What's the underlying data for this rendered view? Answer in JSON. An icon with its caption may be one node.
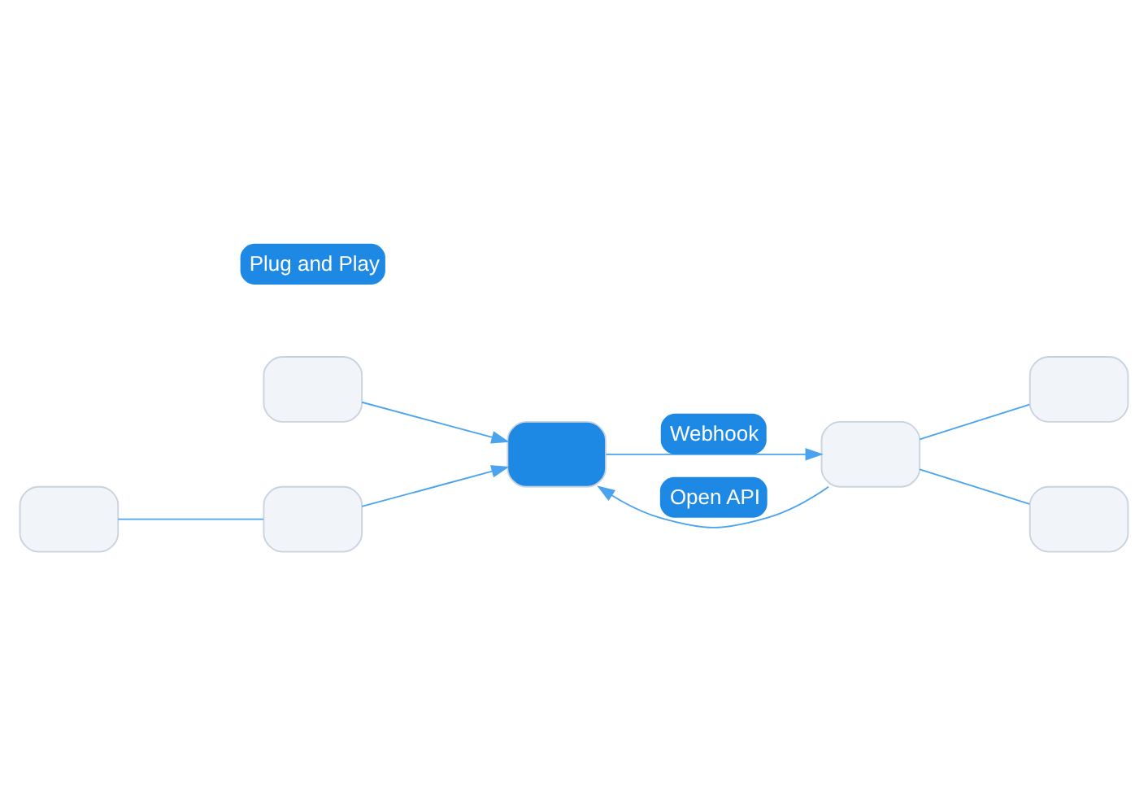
{
  "diagram": {
    "nodes": [
      {
        "text": [],
        "shape": "box"
      },
      {
        "text": [],
        "shape": "box"
      },
      {
        "text": [],
        "shape": "box"
      },
      {
        "text": [],
        "shape": "box"
      },
      {
        "text": [],
        "shape": "box"
      },
      {
        "text": [],
        "shape": "box"
      },
      {
        "text": [],
        "shape": "box"
      }
    ],
    "edges": [
      {
        "from": 0,
        "to": 3,
        "arrow": "to"
      },
      {
        "from": 1,
        "to": 2,
        "arrow": "none"
      },
      {
        "from": 2,
        "to": 3,
        "arrow": "to"
      },
      {
        "from": 4,
        "to": 3,
        "arrow": "to",
        "label": "Open API"
      },
      {
        "from": 3,
        "to": 4,
        "arrow": "to",
        "label": "Webhook"
      },
      {
        "from": 4,
        "to": 5,
        "arrow": "none"
      },
      {
        "from": 4,
        "to": 6,
        "arrow": "none"
      }
    ],
    "labels": [
      "Plug and Play"
    ]
  }
}
